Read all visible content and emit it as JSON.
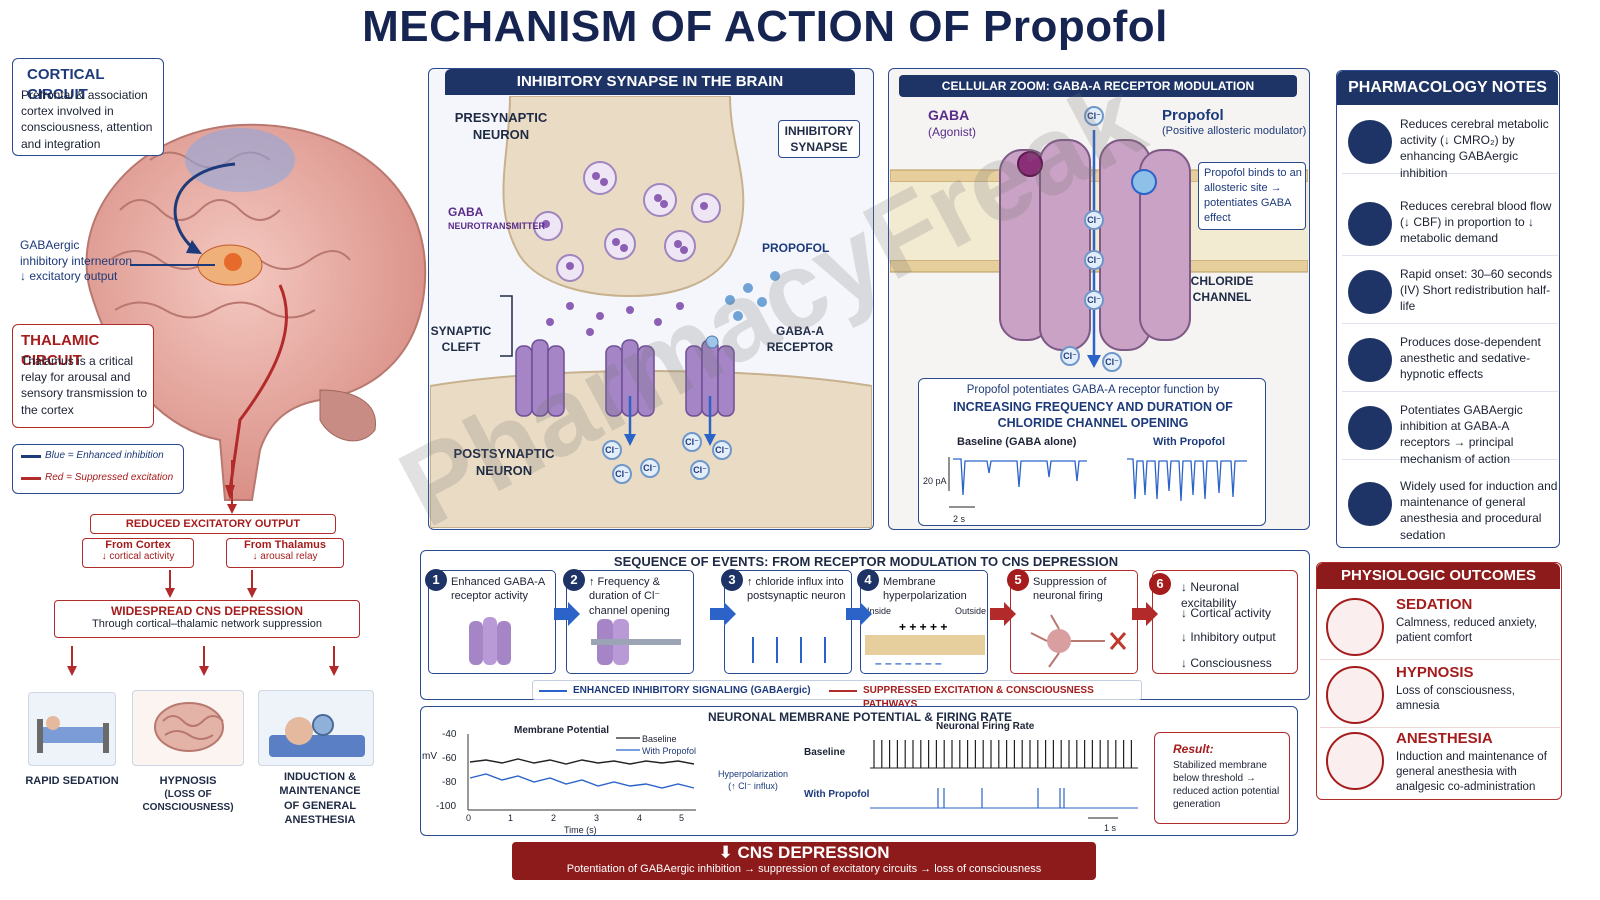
{
  "title": "MECHANISM OF ACTION OF Propofol",
  "cortical": {
    "heading": "CORTICAL CIRCUIT",
    "text": "Prefrontal & association cortex involved in consciousness, attention and integration"
  },
  "gabaergic": {
    "line1": "GABAergic",
    "line2": "inhibitory interneuron",
    "line3": "↓ excitatory output"
  },
  "thalamic": {
    "heading": "THALAMIC CIRCUIT",
    "text": "Thalamus is a critical relay for arousal and sensory transmission to the cortex"
  },
  "legend": {
    "blue": "Blue = Enhanced inhibition",
    "red": "Red = Suppressed excitation"
  },
  "flow": {
    "reduced": "REDUCED EXCITATORY OUTPUT",
    "cortex_title": "From Cortex",
    "cortex_sub": "↓ cortical activity",
    "thal_title": "From Thalamus",
    "thal_sub": "↓ arousal relay",
    "cns_title": "WIDESPREAD CNS DEPRESSION",
    "cns_sub": "Through cortical–thalamic network suppression"
  },
  "effects": [
    "RAPID SEDATION",
    "HYPNOSIS",
    "(LOSS OF CONSCIOUSNESS)",
    "INDUCTION & MAINTENANCE",
    "OF GENERAL ANESTHESIA"
  ],
  "synapse": {
    "header": "INHIBITORY SYNAPSE IN THE BRAIN",
    "pre1": "PRESYNAPTIC",
    "pre2": "NEURON",
    "tag1": "INHIBITORY",
    "tag2": "SYNAPSE",
    "gaba1": "GABA",
    "gaba2": "NEUROTRANSMITTER",
    "propofol": "PROPOFOL",
    "cleft1": "SYNAPTIC",
    "cleft2": "CLEFT",
    "rec1": "GABA-A",
    "rec2": "RECEPTOR",
    "post1": "POSTSYNAPTIC",
    "post2": "NEURON"
  },
  "cellular": {
    "header": "CELLULAR ZOOM: GABA-A RECEPTOR MODULATION",
    "gaba": "GABA",
    "agonist": "(Agonist)",
    "propofol": "Propofol",
    "pam": "(Positive allosteric modulator)",
    "binds": "Propofol binds to an allosteric site → potentiates GABA effect",
    "chloride1": "CHLORIDE",
    "chloride2": "CHANNEL",
    "ion": "Cl⁻",
    "pot1": "Propofol potentiates GABA-A receptor function by",
    "pot2": "INCREASING FREQUENCY AND DURATION OF",
    "pot3": "CHLORIDE CHANNEL OPENING",
    "baseline": "Baseline (GABA alone)",
    "withp": "With Propofol",
    "pa": "20 pA",
    "sec": "2 s"
  },
  "notes": {
    "header": "PHARMACOLOGY NOTES",
    "items": [
      "Reduces cerebral metabolic activity (↓ CMRO₂) by enhancing GABAergic inhibition",
      "Reduces cerebral blood flow (↓ CBF) in proportion to ↓ metabolic demand",
      "Rapid onset: 30–60 seconds (IV) Short redistribution half-life",
      "Produces dose-dependent anesthetic and sedative-hypnotic effects",
      "Potentiates GABAergic inhibition at GABA-A receptors → principal mechanism of action",
      "Widely used for induction and maintenance of general anesthesia and procedural sedation"
    ],
    "icons": [
      "brain-icon",
      "vessel-icon",
      "stopwatch-icon",
      "brain-icon",
      "receptor-icon",
      "shield-check-icon"
    ]
  },
  "outcomes": {
    "header": "PHYSIOLOGIC OUTCOMES",
    "items": [
      {
        "title": "SEDATION",
        "text": "Calmness, reduced anxiety, patient comfort"
      },
      {
        "title": "HYPNOSIS",
        "text": "Loss of consciousness, amnesia"
      },
      {
        "title": "ANESTHESIA",
        "text": "Induction and maintenance of general anesthesia with analgesic co-administration"
      }
    ]
  },
  "sequence": {
    "header": "SEQUENCE OF EVENTS: FROM RECEPTOR MODULATION TO CNS DEPRESSION",
    "steps": [
      {
        "n": "1",
        "t": "Enhanced GABA-A receptor activity"
      },
      {
        "n": "2",
        "t": "↑ Frequency & duration of Cl⁻ channel opening"
      },
      {
        "n": "3",
        "t": "↑ chloride influx into postsynaptic neuron"
      },
      {
        "n": "4",
        "t": "Membrane hyperpolarization"
      },
      {
        "n": "5",
        "t": "Suppression of neuronal firing"
      }
    ],
    "inside": "Inside",
    "outside": "Outside",
    "final": [
      "↓ Neuronal excitability",
      "↓ Cortical activity",
      "↓ Inhibitory output",
      "↓ Consciousness"
    ],
    "legend_blue": "ENHANCED INHIBITORY SIGNALING (GABAergic)",
    "legend_red": "SUPPRESSED EXCITATION & CONSCIOUSNESS PATHWAYS"
  },
  "membrane": {
    "header": "NEURONAL MEMBRANE POTENTIAL & FIRING RATE",
    "mp_title": "Membrane Potential",
    "legend_base": "Baseline",
    "legend_prop": "With Propofol",
    "unit": "mV",
    "yticks": [
      "-40",
      "-60",
      "-80",
      "-100"
    ],
    "xticks": [
      "0",
      "1",
      "2",
      "3",
      "4",
      "5"
    ],
    "xlabel": "Time (s)",
    "hyper1": "Hyperpolarization",
    "hyper2": "(↑ Cl⁻ influx)",
    "fr_title": "Neuronal Firing Rate",
    "fr_base": "Baseline",
    "fr_prop": "With Propofol",
    "scale": "1 s",
    "result_title": "Result:",
    "result_text": "Stabilized membrane below threshold → reduced action potential generation"
  },
  "cns_banner": {
    "title": "CNS DEPRESSION",
    "sub": "Potentiation of GABAergic inhibition → suppression of excitatory circuits → loss of consciousness"
  },
  "watermark": "PharmacyFreak",
  "colors": {
    "navy": "#1e3466",
    "red": "#8e1b1b",
    "blue": "#2b63c9"
  }
}
